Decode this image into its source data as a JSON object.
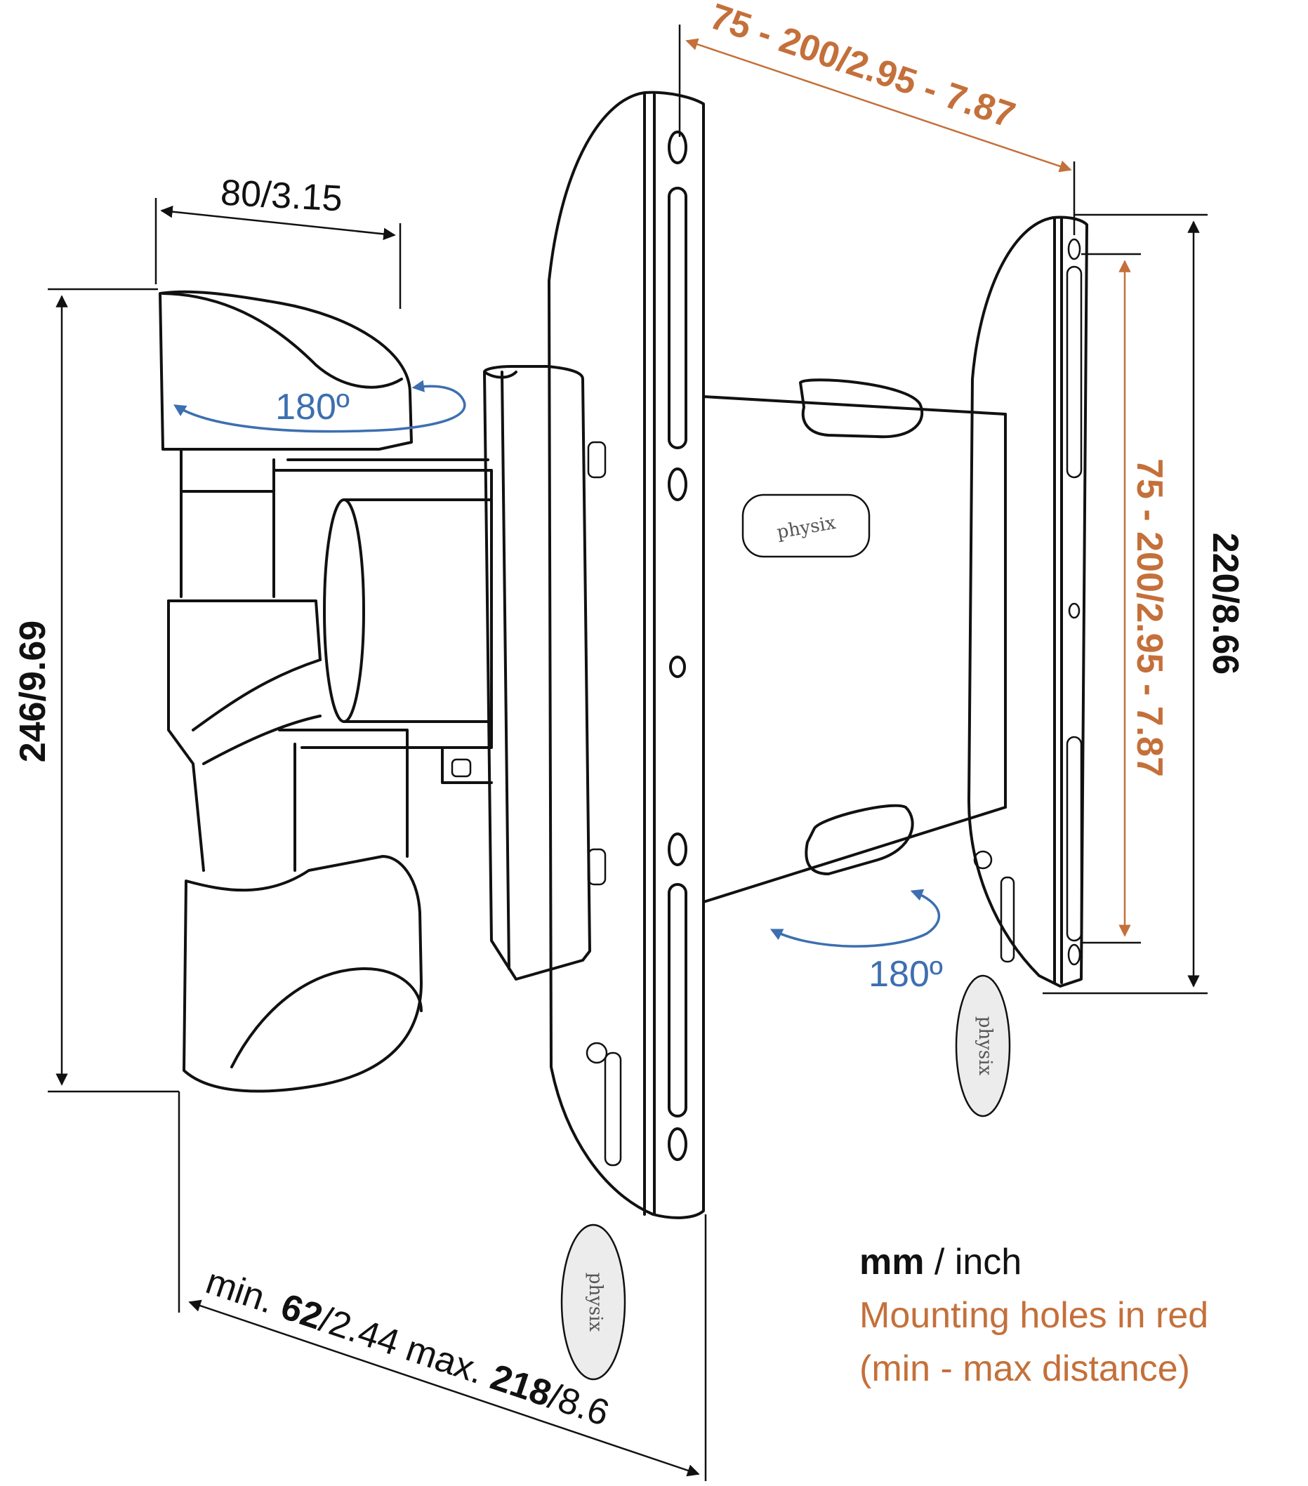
{
  "colors": {
    "lines": "#111111",
    "rotation": "#3d6fb0",
    "mounting_holes": "#c4703a"
  },
  "dimensions": {
    "arm_width": "80/3.15",
    "arm_height": "246/9.69",
    "depth": {
      "prefix": "min. ",
      "min_value": "62",
      "min_rest": "/2.44 max. ",
      "max_value": "218",
      "max_rest": "/8.6"
    },
    "plate_height": "220/8.66",
    "hole_spacing_horizontal": "75 - 200/2.95 - 7.87",
    "hole_spacing_vertical": "75 - 200/2.95 - 7.87"
  },
  "rotation": {
    "arm_rotation": "180º",
    "plate_rotation": "180º"
  },
  "legend": {
    "units_bold": "mm",
    "units_rest": " / inch",
    "note_line1": "Mounting holes in red",
    "note_line2": "(min - max distance)"
  },
  "brand": {
    "logo_text": "physix",
    "logo_icon": "physix-logo-icon"
  },
  "icons": {
    "rotation_arrow": "curved-arrow-icon"
  }
}
